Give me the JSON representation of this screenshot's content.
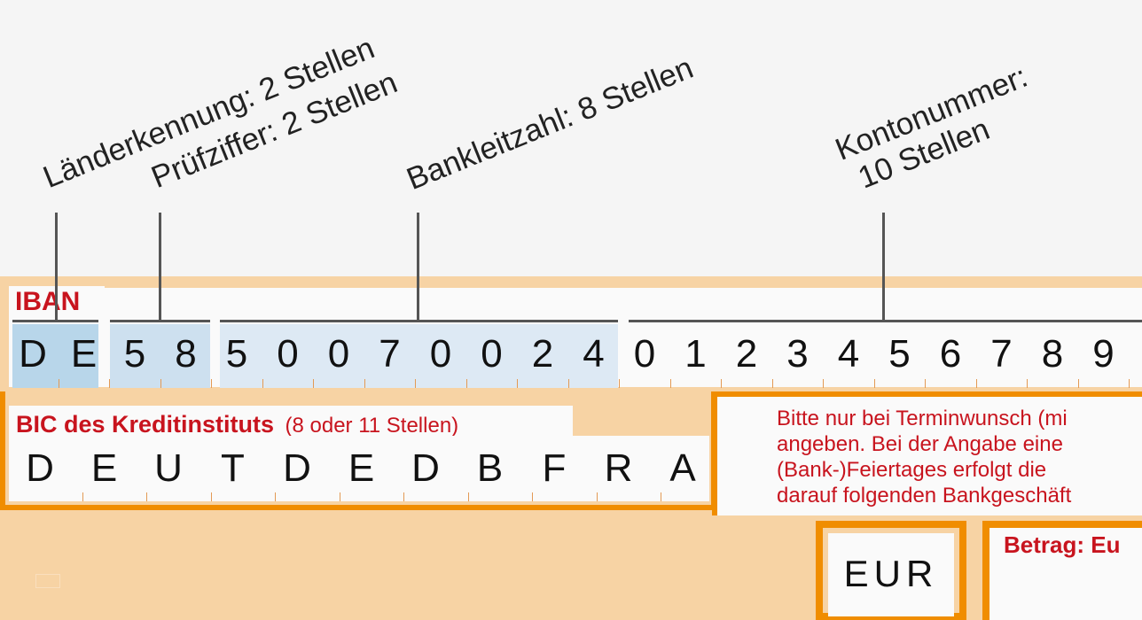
{
  "annotations": {
    "country": "Länderkennung: 2 Stellen",
    "check": "Prüfziffer: 2 Stellen",
    "bank_code": "Bankleitzahl: 8 Stellen",
    "account_line1": "Kontonummer:",
    "account_line2": "10 Stellen"
  },
  "iban": {
    "label": "IBAN",
    "chars": [
      "D",
      "E",
      "5",
      "8",
      "5",
      "0",
      "0",
      "7",
      "0",
      "0",
      "2",
      "4",
      "0",
      "1",
      "2",
      "3",
      "4",
      "5",
      "6",
      "7",
      "8",
      "9"
    ]
  },
  "bic": {
    "label": "BIC des Kreditinstituts",
    "sublabel": "(8 oder 11 Stellen)",
    "chars": [
      "D",
      "E",
      "U",
      "T",
      "D",
      "E",
      "D",
      "B",
      "F",
      "R",
      "A"
    ]
  },
  "note": {
    "line1": "Bitte nur bei Terminwunsch (mi",
    "line2": "angeben. Bei der Angabe eine",
    "line3": "(Bank-)Feiertages  erfolgt  die",
    "line4": "darauf folgenden Bankgeschäft"
  },
  "currency": "EUR",
  "amount_label": "Betrag: Eu",
  "colors": {
    "accent_red": "#c8141e",
    "frame_orange": "#f08d00",
    "form_peach": "#f7d3a4",
    "country_blue": "#b8d6ea",
    "check_blue": "#cde0ef",
    "bank_blue": "#dde9f4"
  }
}
